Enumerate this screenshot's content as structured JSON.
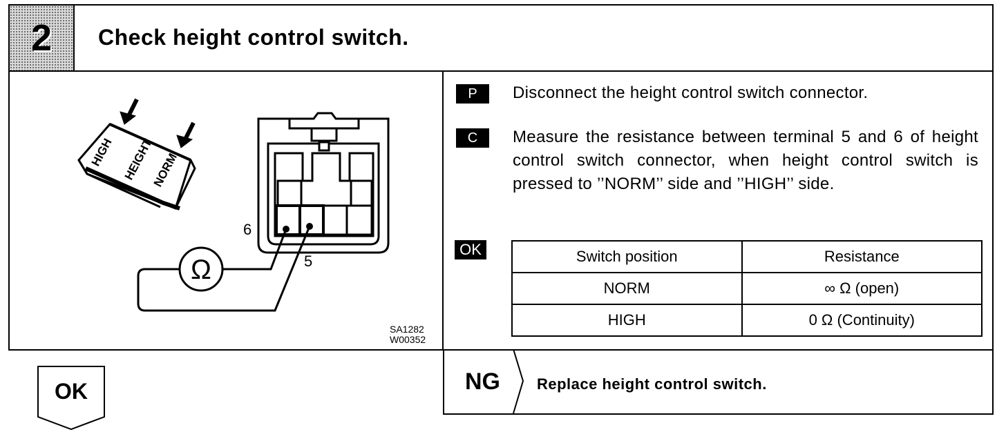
{
  "step": {
    "number": "2",
    "title": "Check height control switch."
  },
  "illustration": {
    "switch_labels": [
      "HIGH",
      "HEIGHT",
      "NORM"
    ],
    "terminal_6": "6",
    "terminal_5": "5",
    "meter_symbol": "Ω",
    "figure_codes": [
      "SA1282",
      "W00352"
    ]
  },
  "instructions": [
    {
      "tag": "P",
      "text": "Disconnect the height control switch connector."
    },
    {
      "tag": "C",
      "text": "Measure the resistance between terminal 5 and 6 of height control switch connector, when height control switch is pressed to ’’NORM’’ side and ’’HIGH’’ side."
    }
  ],
  "ok_spec": {
    "tag": "OK",
    "headers": [
      "Switch position",
      "Resistance"
    ],
    "rows": [
      [
        "NORM",
        "∞ Ω (open)"
      ],
      [
        "HIGH",
        "0 Ω (Continuity)"
      ]
    ]
  },
  "ng": {
    "label": "NG",
    "text": "Replace height control switch."
  },
  "ok_next": {
    "label": "OK"
  }
}
